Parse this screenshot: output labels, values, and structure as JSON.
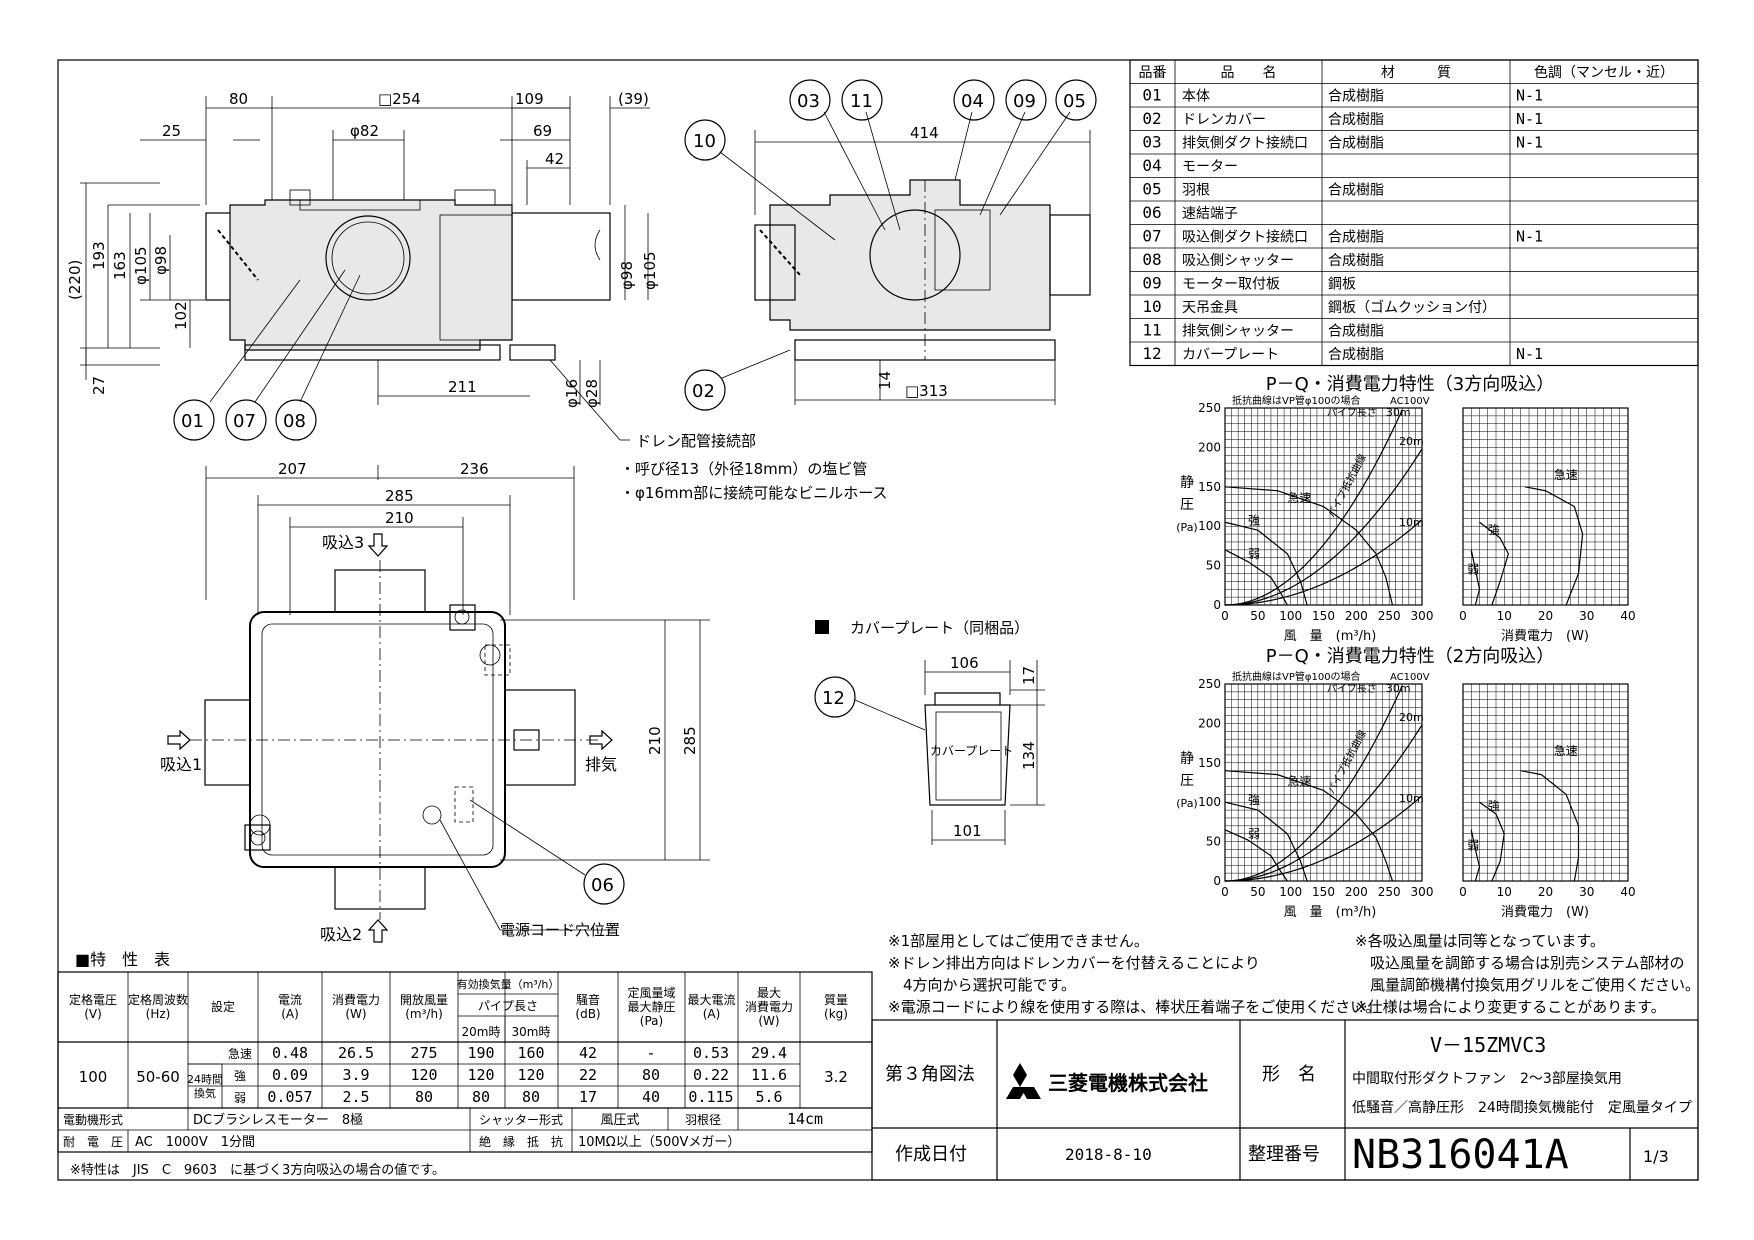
{
  "parts_table": {
    "headers": [
      "品番",
      "品　　名",
      "材　　　質",
      "色調（マンセル・近）"
    ],
    "rows": [
      [
        "01",
        "本体",
        "合成樹脂",
        "N-1"
      ],
      [
        "02",
        "ドレンカバー",
        "合成樹脂",
        "N-1"
      ],
      [
        "03",
        "排気側ダクト接続口",
        "合成樹脂",
        "N-1"
      ],
      [
        "04",
        "モーター",
        "",
        ""
      ],
      [
        "05",
        "羽根",
        "合成樹脂",
        ""
      ],
      [
        "06",
        "速結端子",
        "",
        ""
      ],
      [
        "07",
        "吸込側ダクト接続口",
        "合成樹脂",
        "N-1"
      ],
      [
        "08",
        "吸込側シャッター",
        "合成樹脂",
        ""
      ],
      [
        "09",
        "モーター取付板",
        "鋼板",
        ""
      ],
      [
        "10",
        "天吊金具",
        "鋼板（ゴムクッション付）",
        ""
      ],
      [
        "11",
        "排気側シャッター",
        "合成樹脂",
        ""
      ],
      [
        "12",
        "カバープレート",
        "合成樹脂",
        "N-1"
      ]
    ]
  },
  "front_view": {
    "dims": [
      "80",
      "□254",
      "109",
      "(39)",
      "25",
      "φ82",
      "69",
      "42",
      "(220)",
      "193",
      "163",
      "φ105",
      "φ98",
      "102",
      "27",
      "φ98",
      "φ105",
      "211",
      "φ16",
      "φ28"
    ],
    "callouts": [
      "01",
      "07",
      "08"
    ]
  },
  "side_view": {
    "dims": [
      "414",
      "14",
      "□313"
    ],
    "callouts": [
      "03",
      "11",
      "04",
      "09",
      "05",
      "10",
      "02"
    ]
  },
  "drain": {
    "title": "ドレン配管接続部",
    "lines": [
      "・呼び径13（外径18mm）の塩ビ管",
      "・φ16mm部に接続可能なビニルホース"
    ]
  },
  "plan_view": {
    "dims": [
      "207",
      "236",
      "285",
      "210",
      "210",
      "285"
    ],
    "labels": {
      "in3": "吸込3",
      "in1": "吸込1",
      "in2": "吸込2",
      "exhaust": "排気",
      "cord": "電源コード穴位置"
    },
    "callouts": [
      "06"
    ]
  },
  "cover_plate": {
    "title": "カバープレート（同梱品）",
    "label": "カバープレート",
    "dims": [
      "106",
      "17",
      "134",
      "101"
    ],
    "callout": "12"
  },
  "chart_data": [
    {
      "type": "line",
      "title": "P－Q・消費電力特性（3方向吸込）",
      "note_left": "抵抗曲線はVP管φ100の場合",
      "note_right": "AC100V",
      "pipe_label": "パイプ長さ",
      "pipe_curve_label": "パイプ抵抗曲線",
      "xlabel": "風　量　(m³/h)",
      "ylabel": [
        "静",
        "圧",
        "(Pa)"
      ],
      "x_ticks": [
        "0",
        "50",
        "100",
        "150",
        "200",
        "250",
        "300"
      ],
      "y_ticks": [
        "0",
        "50",
        "100",
        "150",
        "200",
        "250"
      ],
      "xlim": [
        0,
        300
      ],
      "ylim": [
        0,
        250
      ],
      "pipe_lengths": [
        "30m",
        "20m",
        "10m"
      ],
      "series": [
        {
          "name": "急速",
          "x": [
            0,
            80,
            150,
            200,
            230,
            245,
            255
          ],
          "y": [
            150,
            145,
            125,
            95,
            65,
            35,
            0
          ]
        },
        {
          "name": "強",
          "x": [
            0,
            50,
            95,
            115,
            125
          ],
          "y": [
            105,
            95,
            65,
            30,
            0
          ]
        },
        {
          "name": "弱",
          "x": [
            0,
            35,
            70,
            85,
            95
          ],
          "y": [
            70,
            55,
            35,
            15,
            0
          ]
        }
      ],
      "power": {
        "xlabel": "消費電力　(W)",
        "x_ticks": [
          "0",
          "10",
          "20",
          "30",
          "40"
        ],
        "xlim": [
          0,
          40
        ],
        "series": [
          {
            "name": "急速",
            "x": [
              15,
              20,
              27,
              29,
              28,
              25
            ],
            "y": [
              150,
              145,
              125,
              90,
              40,
              0
            ]
          },
          {
            "name": "強",
            "x": [
              4,
              9,
              11,
              9,
              7
            ],
            "y": [
              105,
              85,
              65,
              30,
              0
            ]
          },
          {
            "name": "弱",
            "x": [
              2,
              3,
              4,
              3
            ],
            "y": [
              70,
              45,
              20,
              0
            ]
          }
        ]
      }
    },
    {
      "type": "line",
      "title": "P－Q・消費電力特性（2方向吸込）",
      "note_left": "抵抗曲線はVP管φ100の場合",
      "note_right": "AC100V",
      "pipe_label": "パイプ長さ",
      "pipe_curve_label": "パイプ抵抗曲線",
      "xlabel": "風　量　(m³/h)",
      "ylabel": [
        "静",
        "圧",
        "(Pa)"
      ],
      "x_ticks": [
        "0",
        "50",
        "100",
        "150",
        "200",
        "250",
        "300"
      ],
      "y_ticks": [
        "0",
        "50",
        "100",
        "150",
        "200",
        "250"
      ],
      "xlim": [
        0,
        300
      ],
      "ylim": [
        0,
        250
      ],
      "pipe_lengths": [
        "30m",
        "20m",
        "10m"
      ],
      "series": [
        {
          "name": "急速",
          "x": [
            0,
            80,
            150,
            200,
            230,
            245,
            255
          ],
          "y": [
            140,
            135,
            115,
            85,
            55,
            25,
            0
          ]
        },
        {
          "name": "強",
          "x": [
            0,
            50,
            95,
            115,
            125
          ],
          "y": [
            100,
            90,
            60,
            25,
            0
          ]
        },
        {
          "name": "弱",
          "x": [
            0,
            35,
            70,
            85,
            95
          ],
          "y": [
            65,
            52,
            32,
            12,
            0
          ]
        }
      ],
      "power": {
        "xlabel": "消費電力　(W)",
        "x_ticks": [
          "0",
          "10",
          "20",
          "30",
          "40"
        ],
        "xlim": [
          0,
          40
        ],
        "series": [
          {
            "name": "急速",
            "x": [
              14,
              19,
              25,
              28,
              28,
              27
            ],
            "y": [
              140,
              135,
              110,
              70,
              30,
              0
            ]
          },
          {
            "name": "強",
            "x": [
              4,
              8,
              10,
              9,
              7
            ],
            "y": [
              100,
              85,
              60,
              25,
              0
            ]
          },
          {
            "name": "弱",
            "x": [
              2,
              3,
              4,
              3
            ],
            "y": [
              65,
              40,
              18,
              0
            ]
          }
        ]
      }
    }
  ],
  "spec": {
    "title": "■特　性　表",
    "headers": {
      "voltage": "定格電圧\n(V)",
      "freq": "定格周波数\n(Hz)",
      "setting": "設定",
      "current": "電流\n(A)",
      "power": "消費電力\n(W)",
      "open_air": "開放風量\n(m³/h)",
      "eff": "有効換気量（m³/h）",
      "pipe": "パイプ長さ",
      "p20": "20m時",
      "p30": "30m時",
      "noise": "騒音\n(dB)",
      "const": "定風量域\n最大静圧\n(Pa)",
      "maxcur": "最大電流\n(A)",
      "maxpow": "最大\n消費電力\n(W)",
      "mass": "質量\n(kg)"
    },
    "voltage": "100",
    "freq": "50-60",
    "mode24": "24時間\n換気",
    "mass": "3.2",
    "rows": [
      {
        "mode": "急速",
        "sub": "",
        "cur": "0.48",
        "pow": "26.5",
        "air": "275",
        "p20": "190",
        "p30": "160",
        "db": "42",
        "pa": "-",
        "mcur": "0.53",
        "mpow": "29.4"
      },
      {
        "mode": "",
        "sub": "強",
        "cur": "0.09",
        "pow": "3.9",
        "air": "120",
        "p20": "120",
        "p30": "120",
        "db": "22",
        "pa": "80",
        "mcur": "0.22",
        "mpow": "11.6"
      },
      {
        "mode": "",
        "sub": "弱",
        "cur": "0.057",
        "pow": "2.5",
        "air": "80",
        "p20": "80",
        "p30": "80",
        "db": "17",
        "pa": "40",
        "mcur": "0.115",
        "mpow": "5.6"
      }
    ],
    "motor_label": "電動機形式",
    "motor": "DCブラシレスモーター　8極",
    "shutter_label": "シャッター形式",
    "shutter": "風圧式",
    "blade_label": "羽根径",
    "blade": "14cm",
    "withstand_label": "耐　電　圧",
    "withstand": "AC　1000V　1分間",
    "insul_label": "絶　縁　抵　抗",
    "insul": "10MΩ以上（500Vメガー）",
    "footnote": "※特性は　JIS　C　9603　に基づく3方向吸込の場合の値です。"
  },
  "notes_left": [
    "※1部屋用としてはご使用できません。",
    "※ドレン排出方向はドレンカバーを付替えることにより",
    "　4方向から選択可能です。",
    "※電源コードにより線を使用する際は、棒状圧着端子をご使用ください。"
  ],
  "notes_right": [
    "※各吸込風量は同等となっています。",
    "　吸込風量を調節する場合は別売システム部材の",
    "　風量調節機構付換気用グリルをご使用ください。",
    "※仕様は場合により変更することがあります。"
  ],
  "title_block": {
    "projection": "第３角図法",
    "company": "三菱電機株式会社",
    "model_label": "形　名",
    "model": "V－15ZMVC3",
    "desc1": "中間取付形ダクトファン　2～3部屋換気用",
    "desc2": "低騒音／高静圧形　24時間換気機能付　定風量タイプ",
    "date_label": "作成日付",
    "date": "2018-8-10",
    "num_label": "整理番号",
    "num": "NB316041A",
    "page": "1/3"
  }
}
